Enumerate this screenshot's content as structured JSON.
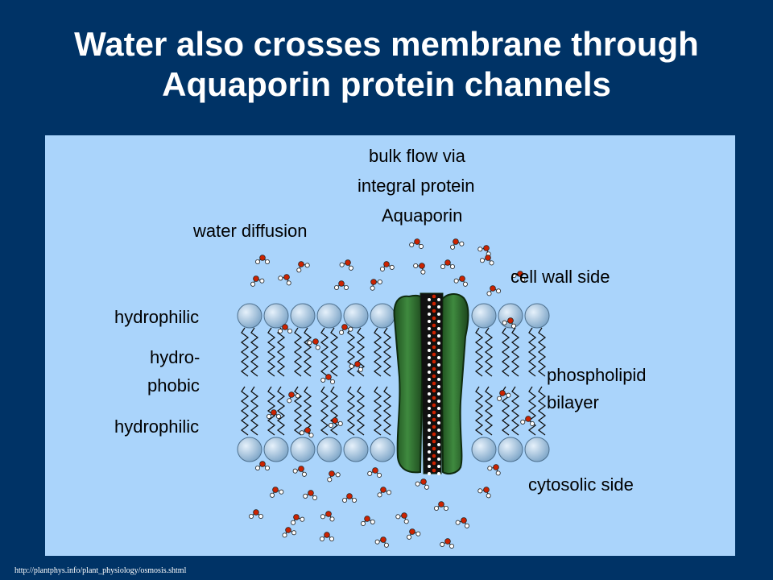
{
  "slide": {
    "title_line1": "Water also crosses membrane through",
    "title_line2": "Aquaporin protein channels",
    "source": "http://plantphys.info/plant_physiology/osmosis.shtml"
  },
  "diagram": {
    "labels": {
      "bulk_flow_line1": "bulk flow via",
      "bulk_flow_line2": "integral protein",
      "bulk_flow_line3": "Aquaporin",
      "water_diffusion": "water diffusion",
      "cell_wall_side": "cell wall side",
      "hydrophilic_top": "hydrophilic",
      "hydrophobic_line1": "hydro-",
      "hydrophobic_line2": "phobic",
      "hydrophilic_bottom": "hydrophilic",
      "phospholipid_line1": "phospholipid",
      "phospholipid_line2": "bilayer",
      "cytosolic_side": "cytosolic side"
    },
    "colors": {
      "background": "#003366",
      "panel": "#aad4fb",
      "lipid_head": "#9dbfdc",
      "protein": "#2e6b2e",
      "channel": "#111111",
      "oxygen": "#cc2200",
      "hydrogen": "#ffffff"
    }
  }
}
